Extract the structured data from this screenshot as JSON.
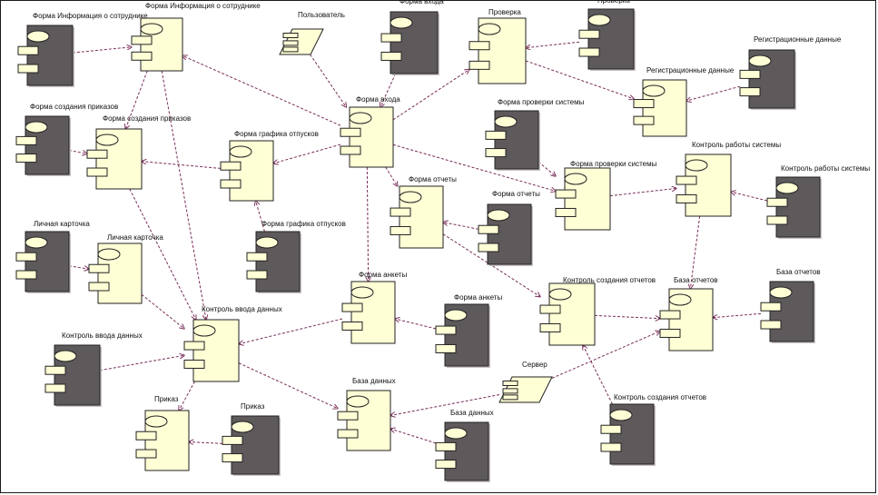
{
  "nodes": [
    {
      "id": "form-info-emp-db",
      "kind": "dark",
      "label": "Форма Информация о сотруднике"
    },
    {
      "id": "form-info-emp",
      "kind": "light",
      "label": "Форма Информация о сотруднике"
    },
    {
      "id": "user",
      "kind": "actor",
      "label": "Пользователь"
    },
    {
      "id": "form-login-db",
      "kind": "dark",
      "label": "Форма входа"
    },
    {
      "id": "check",
      "kind": "light",
      "label": "Проверка"
    },
    {
      "id": "check-db",
      "kind": "dark",
      "label": "Проверка"
    },
    {
      "id": "reg-data-db",
      "kind": "dark",
      "label": "Регистрационные данные"
    },
    {
      "id": "reg-data",
      "kind": "light",
      "label": "Регистрационные данные"
    },
    {
      "id": "form-login",
      "kind": "light",
      "label": "Форма входа"
    },
    {
      "id": "form-orders-db",
      "kind": "dark",
      "label": "Форма создания приказов"
    },
    {
      "id": "form-orders",
      "kind": "light",
      "label": "Форма создания приказов"
    },
    {
      "id": "form-vacation",
      "kind": "light",
      "label": "Форма графика отпусков"
    },
    {
      "id": "form-syscheck-db",
      "kind": "dark",
      "label": "Форма проверки системы"
    },
    {
      "id": "form-syscheck",
      "kind": "light",
      "label": "Форма проверки системы"
    },
    {
      "id": "sys-control",
      "kind": "light",
      "label": "Контроль работы системы"
    },
    {
      "id": "sys-control-db",
      "kind": "dark",
      "label": "Контроль работы системы"
    },
    {
      "id": "form-reports",
      "kind": "light",
      "label": "Форма отчеты"
    },
    {
      "id": "form-reports-db",
      "kind": "dark",
      "label": "Форма отчеты"
    },
    {
      "id": "form-vacation-db",
      "kind": "dark",
      "label": "Форма графика отпусков"
    },
    {
      "id": "personal-card-db",
      "kind": "dark",
      "label": "Личная карточка"
    },
    {
      "id": "personal-card",
      "kind": "light",
      "label": "Личная карточка"
    },
    {
      "id": "form-survey",
      "kind": "light",
      "label": "Форма анкеты"
    },
    {
      "id": "form-survey-db",
      "kind": "dark",
      "label": "Форма анкеты"
    },
    {
      "id": "report-control",
      "kind": "light",
      "label": "Контроль создания отчетов"
    },
    {
      "id": "reports-db",
      "kind": "light",
      "label": "База отчетов"
    },
    {
      "id": "reports-db-dark",
      "kind": "dark",
      "label": "База отчетов"
    },
    {
      "id": "input-control",
      "kind": "light",
      "label": "Контроль ввода данных"
    },
    {
      "id": "input-control-db",
      "kind": "dark",
      "label": "Контроль ввода данных"
    },
    {
      "id": "server",
      "kind": "actor",
      "label": "Сервер"
    },
    {
      "id": "database",
      "kind": "light",
      "label": "База данных"
    },
    {
      "id": "order",
      "kind": "light",
      "label": "Приказ"
    },
    {
      "id": "order-db",
      "kind": "dark",
      "label": "Приказ"
    },
    {
      "id": "database-db",
      "kind": "dark",
      "label": "База данных"
    },
    {
      "id": "report-control-db",
      "kind": "dark",
      "label": "Контроль создания отчетов"
    }
  ],
  "edges": [
    {
      "from": "form-info-emp-db",
      "to": "form-info-emp"
    },
    {
      "from": "form-login",
      "to": "form-info-emp"
    },
    {
      "from": "user",
      "to": "form-login"
    },
    {
      "from": "form-login-db",
      "to": "form-login"
    },
    {
      "from": "form-login",
      "to": "check"
    },
    {
      "from": "check-db",
      "to": "check"
    },
    {
      "from": "check",
      "to": "reg-data"
    },
    {
      "from": "reg-data-db",
      "to": "reg-data"
    },
    {
      "from": "form-info-emp",
      "to": "form-orders"
    },
    {
      "from": "form-orders-db",
      "to": "form-orders"
    },
    {
      "from": "form-vacation",
      "to": "form-orders"
    },
    {
      "from": "form-login",
      "to": "form-vacation"
    },
    {
      "from": "form-vacation-db",
      "to": "form-vacation"
    },
    {
      "from": "form-login",
      "to": "form-syscheck"
    },
    {
      "from": "form-syscheck-db",
      "to": "form-syscheck"
    },
    {
      "from": "form-syscheck",
      "to": "sys-control"
    },
    {
      "from": "sys-control-db",
      "to": "sys-control"
    },
    {
      "from": "form-login",
      "to": "form-reports"
    },
    {
      "from": "form-reports-db",
      "to": "form-reports"
    },
    {
      "from": "form-reports",
      "to": "report-control"
    },
    {
      "from": "sys-control",
      "to": "reports-db"
    },
    {
      "from": "report-control",
      "to": "reports-db"
    },
    {
      "from": "reports-db-dark",
      "to": "reports-db"
    },
    {
      "from": "report-control-db",
      "to": "report-control"
    },
    {
      "from": "personal-card-db",
      "to": "personal-card"
    },
    {
      "from": "form-login",
      "to": "form-survey"
    },
    {
      "from": "form-survey-db",
      "to": "form-survey"
    },
    {
      "from": "form-info-emp",
      "to": "input-control"
    },
    {
      "from": "form-orders",
      "to": "input-control"
    },
    {
      "from": "personal-card",
      "to": "input-control"
    },
    {
      "from": "form-survey",
      "to": "input-control"
    },
    {
      "from": "input-control-db",
      "to": "input-control"
    },
    {
      "from": "input-control",
      "to": "order"
    },
    {
      "from": "order-db",
      "to": "order"
    },
    {
      "from": "input-control",
      "to": "database"
    },
    {
      "from": "server",
      "to": "database"
    },
    {
      "from": "server",
      "to": "reports-db"
    },
    {
      "from": "database-db",
      "to": "database"
    }
  ]
}
